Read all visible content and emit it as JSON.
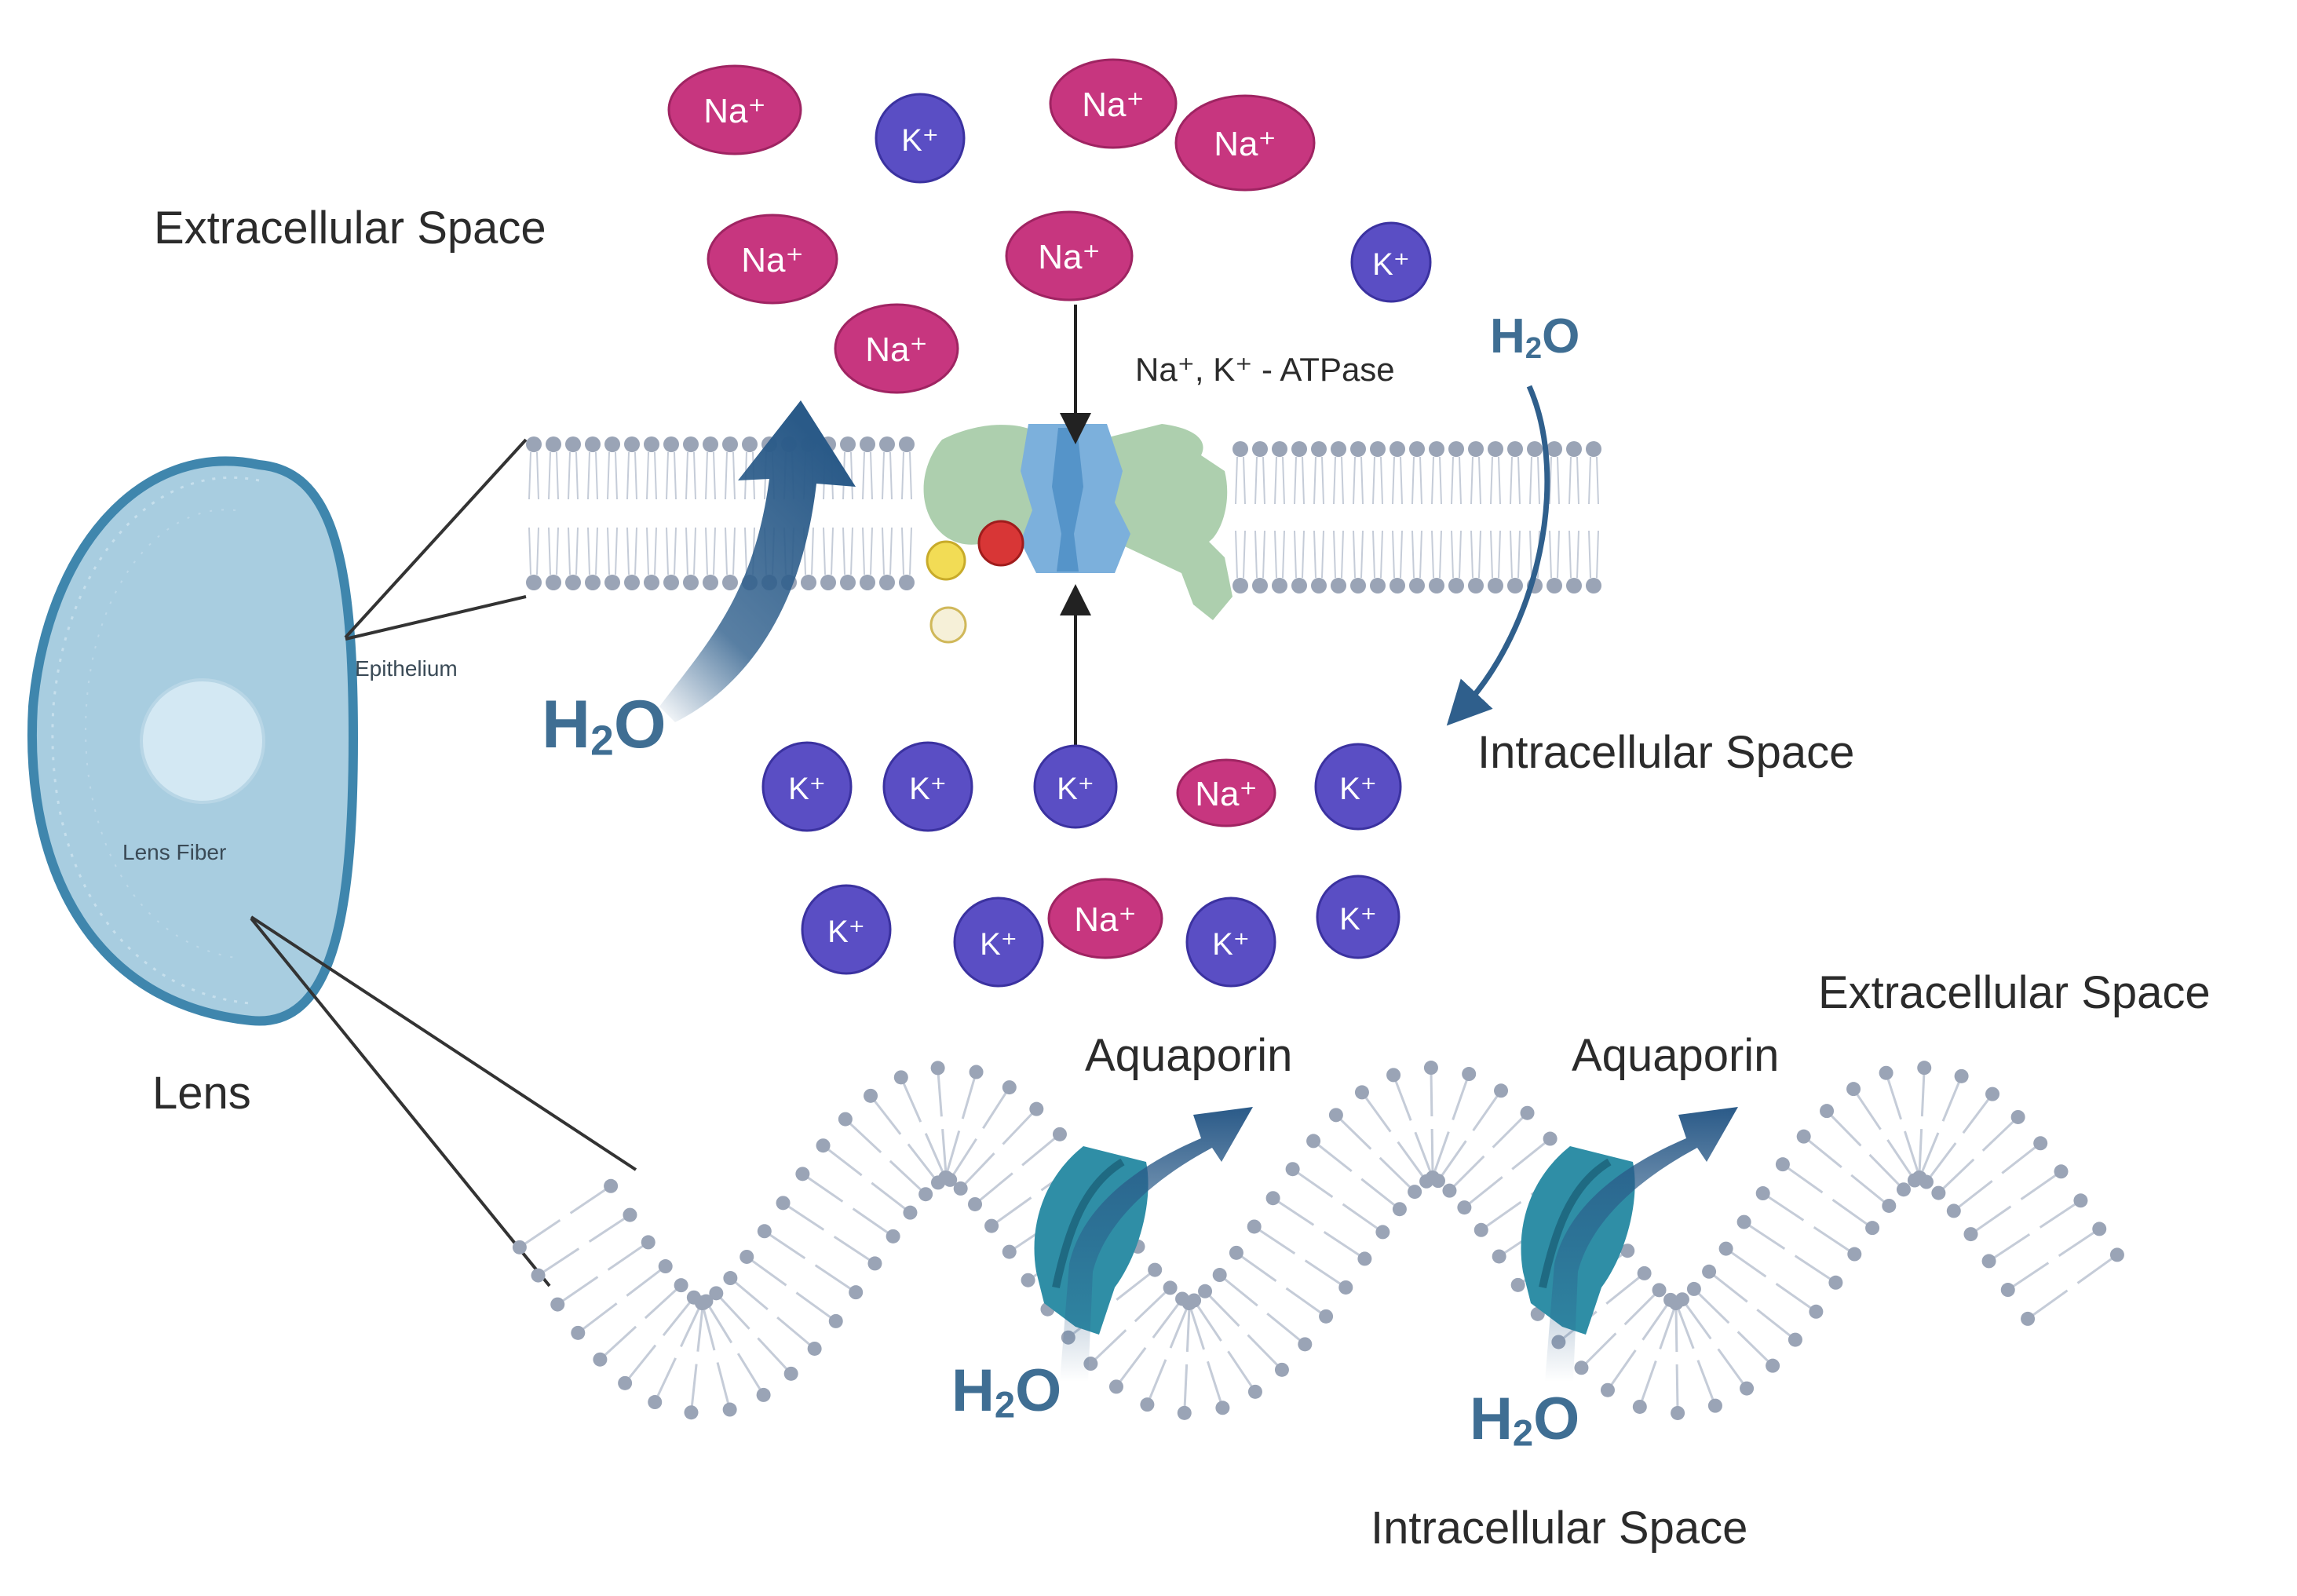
{
  "labels": {
    "extracellular_top": "Extracellular Space",
    "intracellular_top": "Intracellular Space",
    "extracellular_bottom": "Extracellular Space",
    "intracellular_bottom": "Intracellular Space",
    "lens": "Lens",
    "lens_fiber": "Lens Fiber",
    "epithelium": "Epithelium",
    "pump": "Na⁺, K⁺ - ATPase",
    "aquaporin_1": "Aquaporin",
    "aquaporin_2": "Aquaporin"
  },
  "water": {
    "symbol_main": "H",
    "symbol_sub": "2",
    "symbol_end": "O"
  },
  "ions": {
    "sodium": "Na⁺",
    "potassium": "K⁺"
  },
  "colors": {
    "sodium": "#c7367f",
    "potassium": "#5a4ec4",
    "water_arrow": "#2f5f8c",
    "lens_fill": "#a8cde0",
    "lens_edge": "#3f86ad",
    "membrane_head": "#9aa4b6",
    "pump_green": "#a9ccaa",
    "pump_blue": "#7cb0dc",
    "aquaporin": "#2f8ea6"
  }
}
